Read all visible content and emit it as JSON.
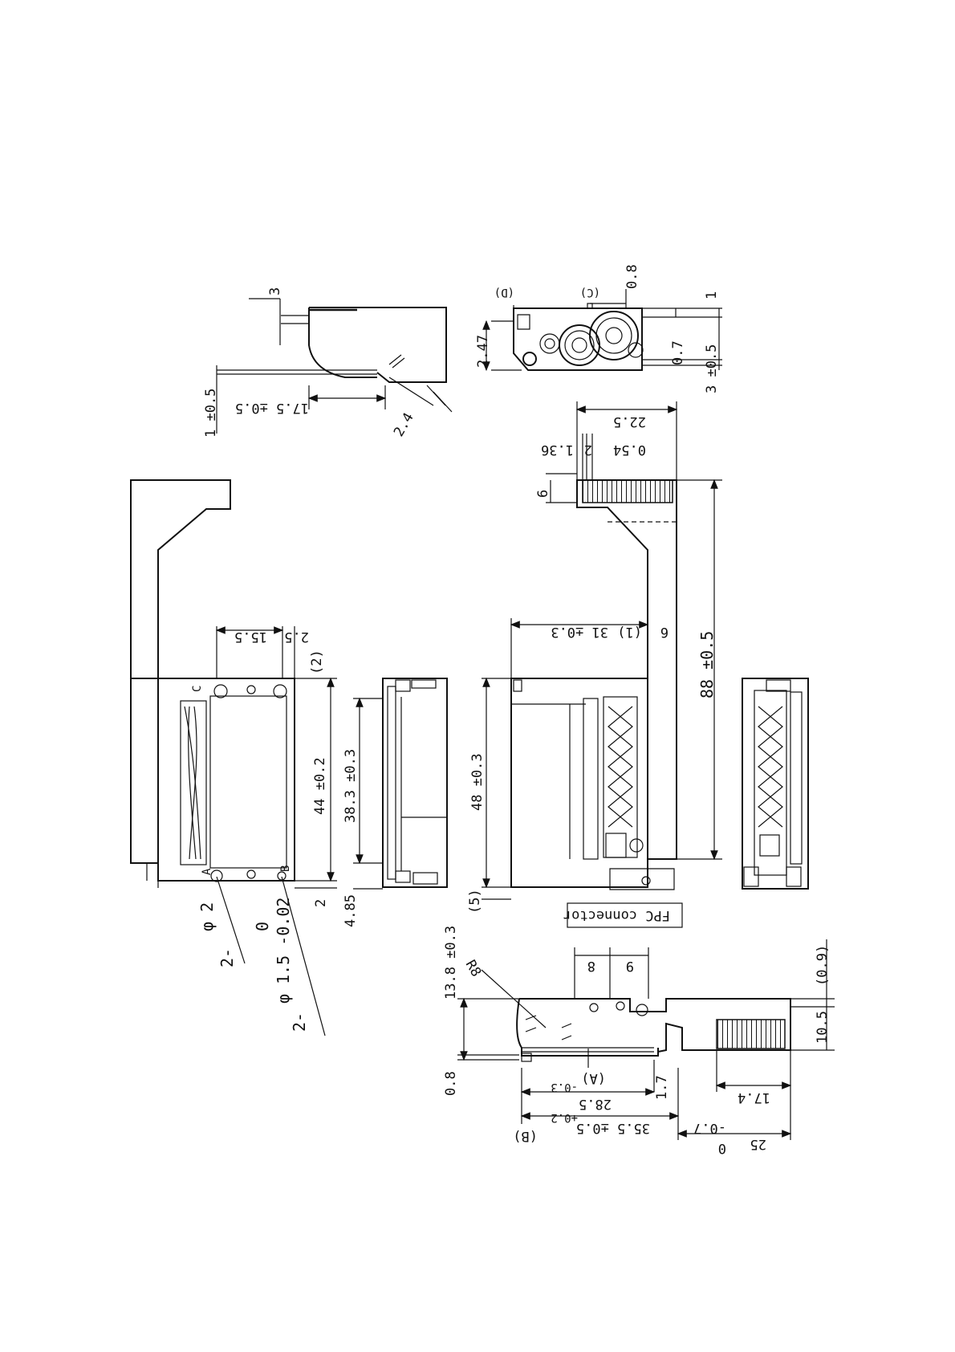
{
  "labels": {
    "fpc_connector": "FPC connector",
    "d_88": "88 ±0.5",
    "d_48": "48 ±0.3",
    "d_44": "44 ±0.2",
    "d_38_3": "38.3 ±0.3",
    "d_31": "31 ±0.3",
    "d_1_paren": "(1)",
    "d_6_side": "6",
    "d_6_top": "6",
    "d_15_5": "15.5",
    "d_2_5": "2.5",
    "d_2_paren": "(2)",
    "d_2": "2",
    "d_4_85": "4.85",
    "d_5_paren": "(5)",
    "d_13_8": "13.8 ±0.3",
    "d_0_8_low": "0.8",
    "d_35_5": "35.5 ±0.5",
    "d_B_paren": "(B)",
    "d_28_5": "28.5",
    "d_28_5_plus": "+0.2",
    "d_28_5_minus": "-0.3",
    "d_A_paren": "(A)",
    "d_1_7": "1.7",
    "d_17_4": "17.4",
    "d_25": "25",
    "d_25_minus": "-0.7",
    "d_25_zero": "0",
    "d_8": "8",
    "d_9": "9",
    "d_R8": "R8",
    "d_0_9_paren": "(0.9)",
    "d_10_5": "10.5",
    "d_22_5": "22.5",
    "d_0_54": "0.54",
    "d_2_small": "2",
    "d_1_36": "1.36",
    "d_1_05": "1 ±0.5",
    "d_17_5": "17.5 ±0.5",
    "d_3_top": "3",
    "d_2_4": "2.4",
    "d_2_47": "2.47",
    "d_D_paren": "(D)",
    "d_C_paren": "(C)",
    "d_0_8_top": "0.8",
    "d_1_top": "1",
    "d_0_7": "0.7",
    "d_3_05": "3 ±0.5",
    "hole_2phi2_prefix": "2-",
    "hole_2phi2": "φ 2",
    "hole_2phi15_prefix": "2-",
    "hole_2phi15": "φ 1.5 -0.02",
    "hole_2phi15_zero": "0",
    "mark_A": "A",
    "mark_B": "B",
    "mark_C": "C"
  }
}
